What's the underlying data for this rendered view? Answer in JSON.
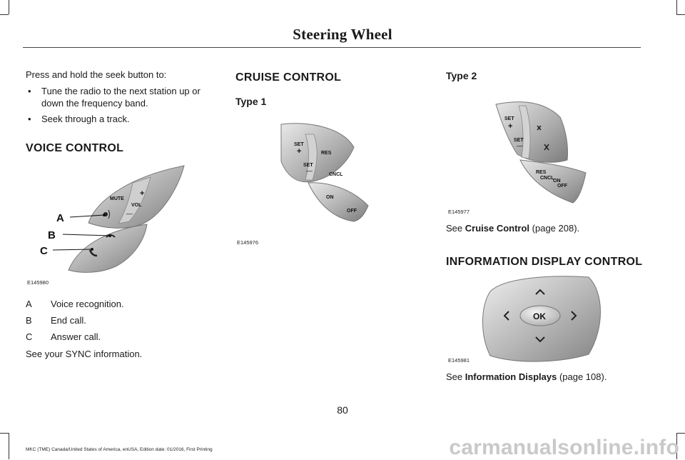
{
  "header": {
    "title": "Steering Wheel"
  },
  "left": {
    "intro": "Press and hold the seek button to:",
    "bullets": [
      "Tune the radio to the next station up or down the frequency band.",
      "Seek through a track."
    ],
    "voice_heading": "VOICE CONTROL",
    "figure": {
      "code": "E145980",
      "labels": [
        "A",
        "B",
        "C"
      ],
      "buttons": {
        "mute": "MUTE",
        "vol": "VOL",
        "plus": "+",
        "minus": "—"
      }
    },
    "definitions": [
      {
        "term": "A",
        "desc": "Voice recognition."
      },
      {
        "term": "B",
        "desc": "End call."
      },
      {
        "term": "C",
        "desc": "Answer call."
      }
    ],
    "see_sync": "See your SYNC information."
  },
  "middle": {
    "heading": "CRUISE CONTROL",
    "type1": "Type 1",
    "figure": {
      "code": "E145976",
      "buttons": {
        "set_plus": "SET",
        "set_minus": "SET",
        "res": "RES",
        "cncl": "CNCL",
        "on": "ON",
        "off": "OFF",
        "plus": "+",
        "minus": "—"
      }
    }
  },
  "right": {
    "type2": "Type 2",
    "figure_cruise": {
      "code": "E145977",
      "buttons": {
        "set_plus": "SET",
        "set_minus": "SET",
        "res": "RES",
        "cncl": "CNCL",
        "on": "ON",
        "off": "OFF",
        "plus": "+",
        "minus": "—"
      }
    },
    "see_cruise": {
      "prefix": "See ",
      "link": "Cruise Control",
      "suffix": " (page 208)."
    },
    "info_heading": "INFORMATION DISPLAY CONTROL",
    "figure_info": {
      "code": "E145981",
      "ok": "OK"
    },
    "see_info": {
      "prefix": "See ",
      "link": "Information Displays",
      "suffix": " (page 108)."
    }
  },
  "page_number": "80",
  "footer": "MKC (TME) Canada/United States of America, enUSA, Edition date: 01/2016, First Printing",
  "watermark": "carmanualsonline.info"
}
